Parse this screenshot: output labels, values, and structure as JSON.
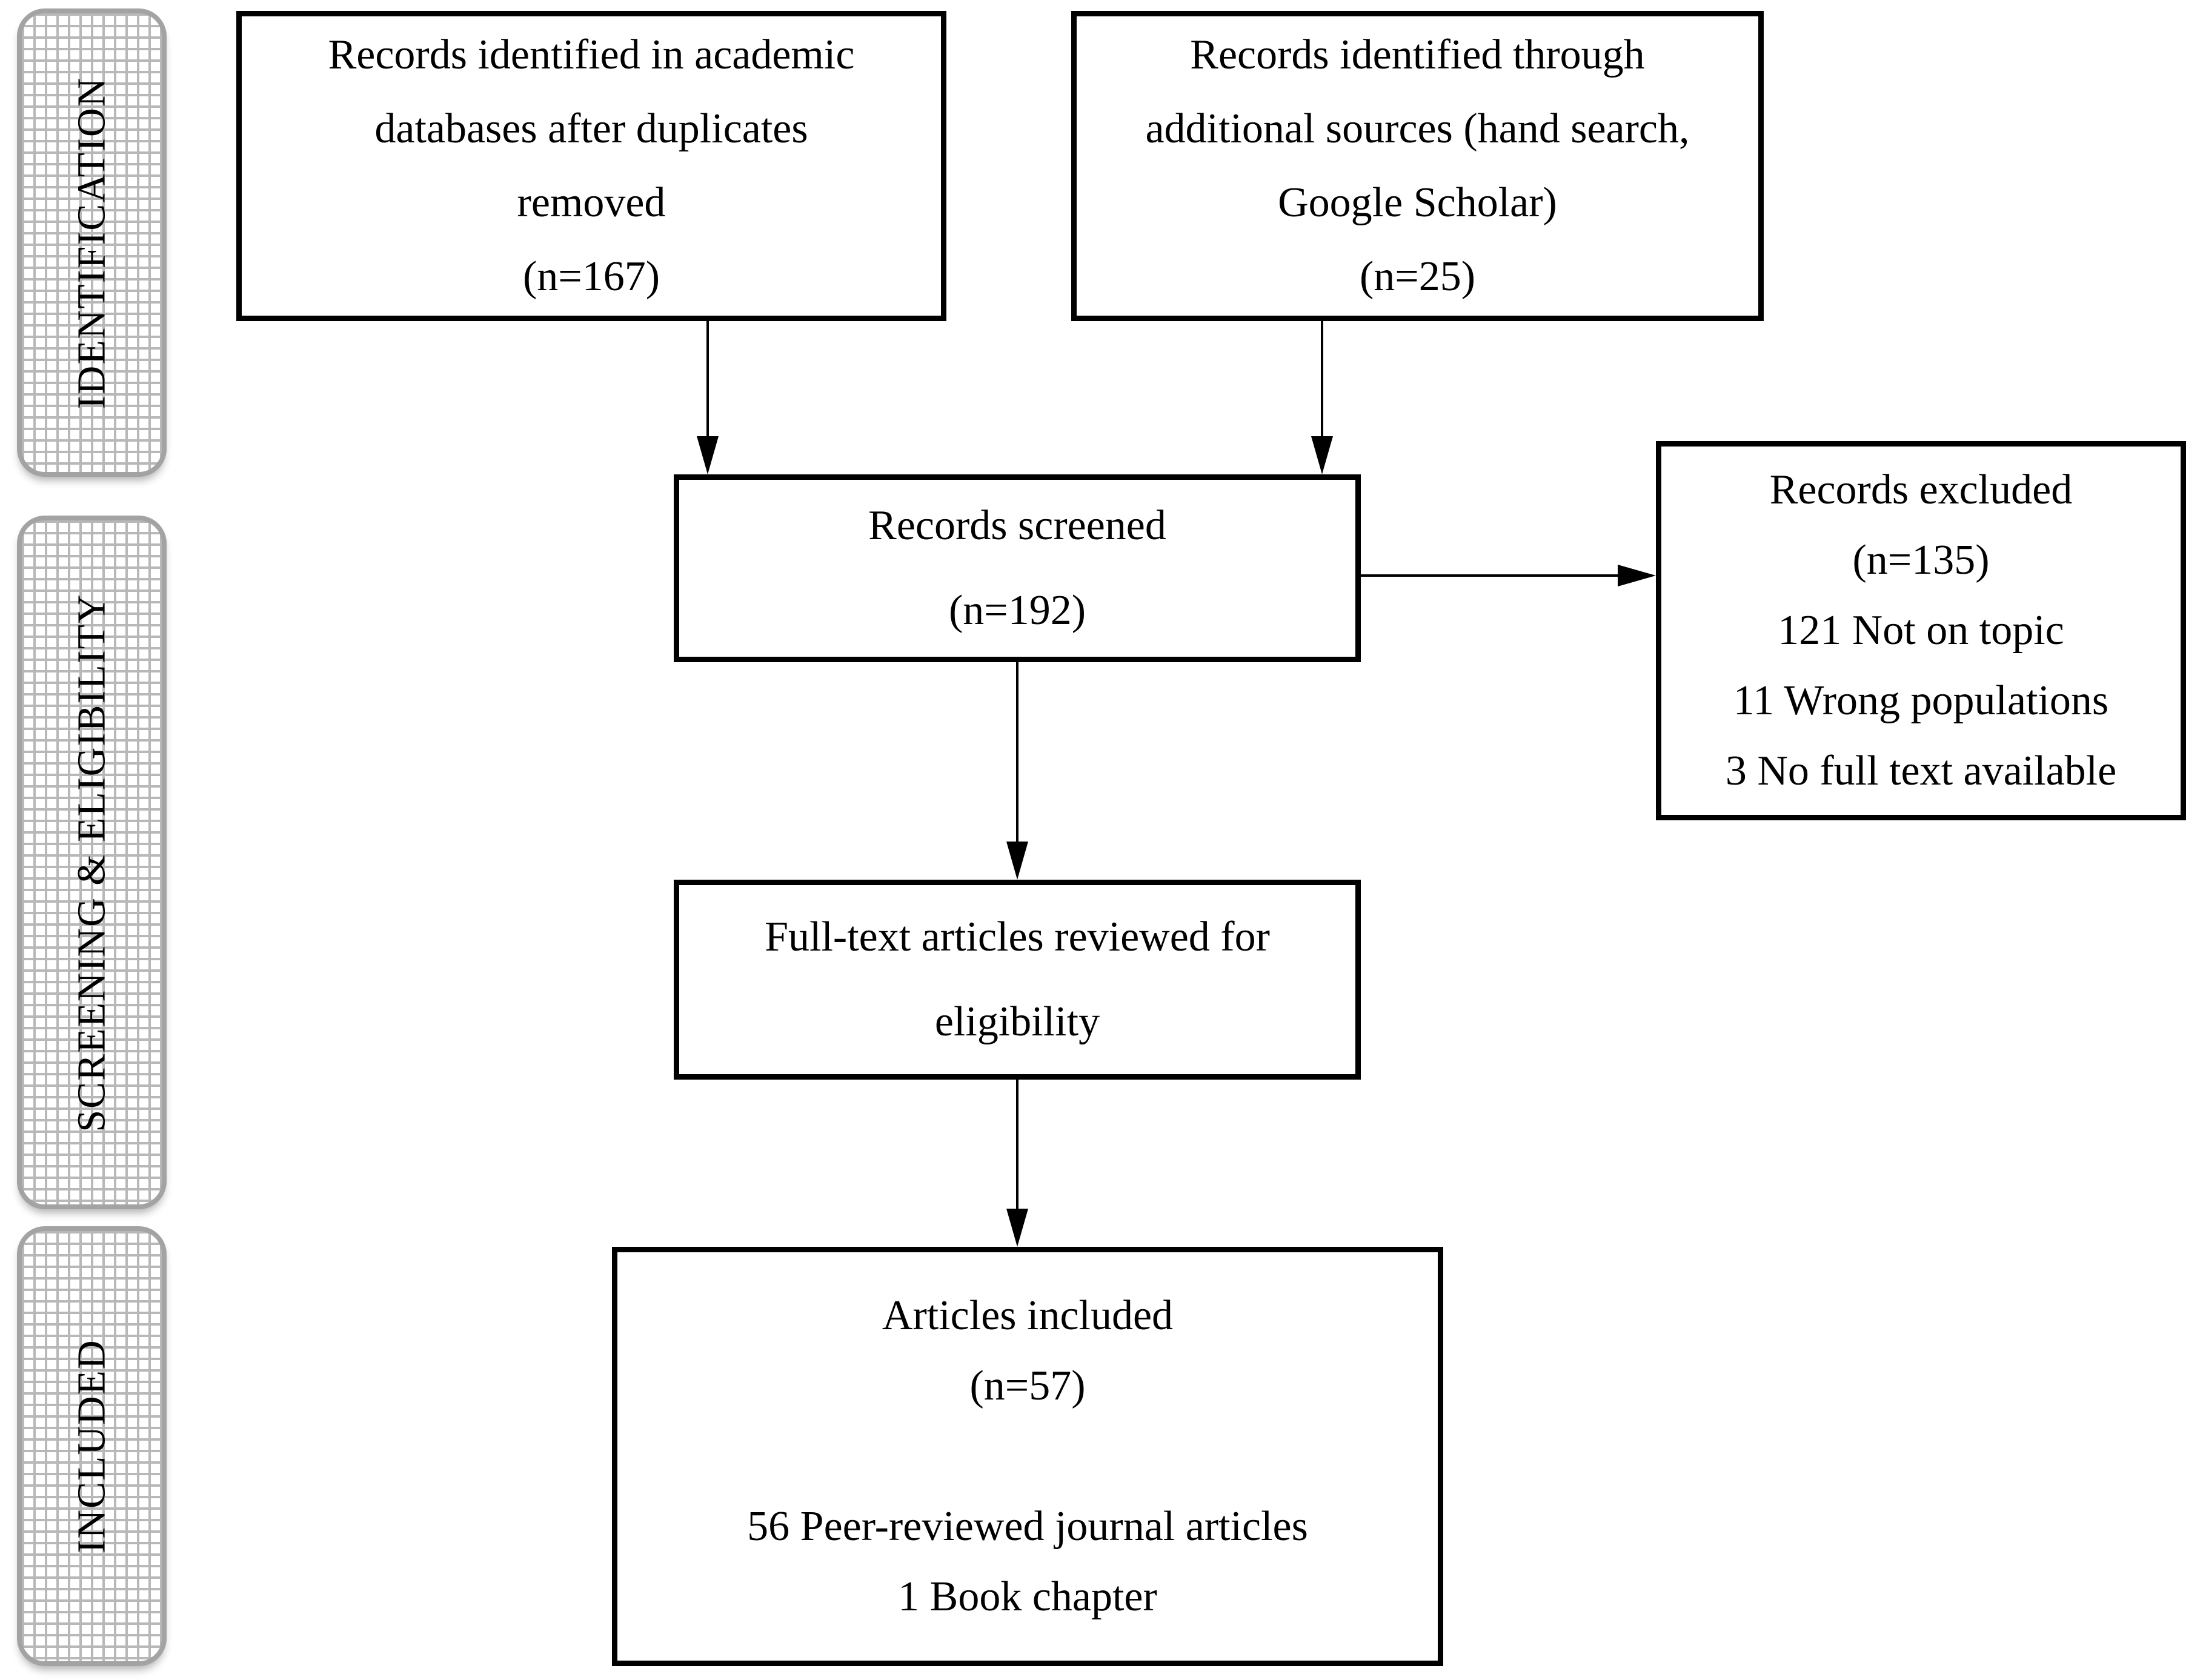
{
  "colors": {
    "background": "#ffffff",
    "text": "#000000",
    "box_border": "#000000",
    "sidebar_border": "#a3a3a3",
    "sidebar_grid": "#b8b8b8"
  },
  "stages": [
    {
      "label": "IDENTIFICATION"
    },
    {
      "label": "SCREENING & ELIGIBILITY"
    },
    {
      "label": "INCLUDED"
    }
  ],
  "boxes": [
    {
      "id": "records-identified-databases",
      "text": "Records identified in academic\ndatabases after duplicates\nremoved\n(n=167)"
    },
    {
      "id": "records-identified-additional",
      "text": "Records identified through\nadditional sources (hand search,\nGoogle Scholar)\n(n=25)"
    },
    {
      "id": "records-screened",
      "text": "Records screened\n(n=192)"
    },
    {
      "id": "records-excluded",
      "text": "Records excluded\n(n=135)\n121 Not on topic\n11 Wrong populations\n3 No full text available"
    },
    {
      "id": "fulltext-reviewed",
      "text": "Full-text articles reviewed for\neligibility"
    },
    {
      "id": "articles-included",
      "text": "Articles included\n(n=57)\n\n56 Peer-reviewed journal articles\n1 Book chapter"
    }
  ]
}
